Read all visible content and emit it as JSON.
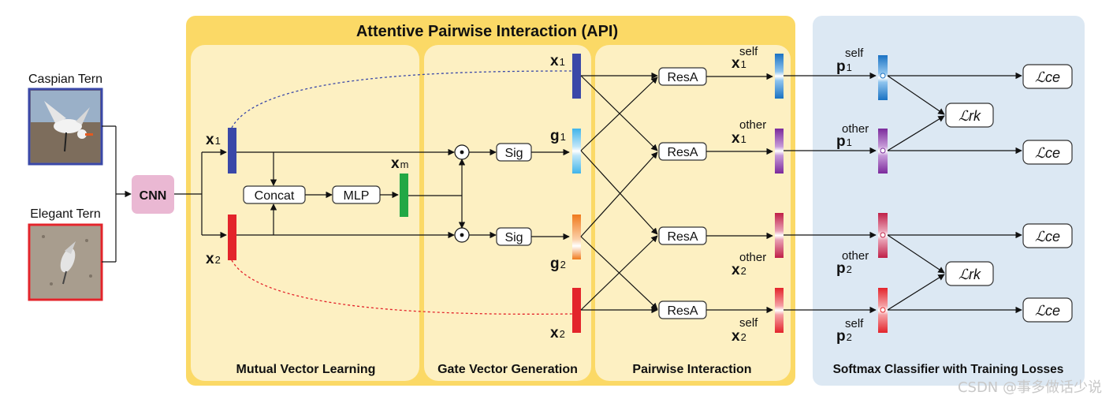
{
  "title": "Attentive Pairwise Interaction (API)",
  "inputs": {
    "top_label": "Caspian Tern",
    "bottom_label": "Elegant Tern",
    "top_image_icon": "bird-photo-icon",
    "bottom_image_icon": "bird-photo-icon"
  },
  "cnn_label": "CNN",
  "sections": {
    "mutual": "Mutual Vector Learning",
    "gate": "Gate Vector Generation",
    "pairwise": "Pairwise Interaction",
    "softmax": "Softmax Classifier with Training Losses"
  },
  "ops": {
    "concat": "Concat",
    "mlp": "MLP",
    "sig_top": "Sig",
    "sig_bottom": "Sig",
    "odot": "⊙",
    "resa": [
      "ResA",
      "ResA",
      "ResA",
      "ResA"
    ]
  },
  "vectors": {
    "x": "x",
    "g": "g",
    "p": "p",
    "sub1": "1",
    "sub2": "2",
    "subm": "m",
    "self": "self",
    "other": "other"
  },
  "losses": {
    "ce": [
      "ℒce",
      "ℒce",
      "ℒce",
      "ℒce"
    ],
    "rk": [
      "ℒrk",
      "ℒrk"
    ]
  },
  "colors": {
    "yellow_panel": "#fbd966",
    "inner_panel": "#fdf0c2",
    "blue_panel": "#dce8f3",
    "cnn_box": "#eab8d3",
    "x1": "#3a48a8",
    "x2": "#e3242b",
    "xm": "#22a845",
    "g1": "#40b4ea",
    "g2": "#f07a1c",
    "x1self": "#1a72c3",
    "x1other": "#7b2a9c",
    "x2other": "#c02048",
    "x2self": "#e3242b"
  },
  "watermark": "CSDN @事多做话少说"
}
